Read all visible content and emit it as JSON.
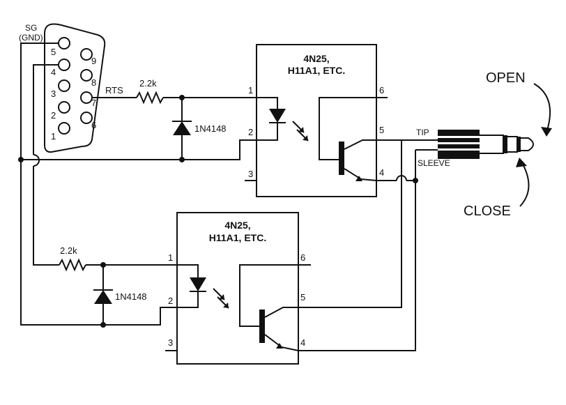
{
  "db9": {
    "ground_label": "SG",
    "ground_label2": "(GND)",
    "pins": [
      "1",
      "2",
      "3",
      "4",
      "5",
      "6",
      "7",
      "8",
      "9"
    ]
  },
  "rts_label": "RTS",
  "top_circuit": {
    "resistor_label": "2.2k",
    "diode_label": "1N4148",
    "chip_line1": "4N25,",
    "chip_line2": "H11A1, ETC.",
    "pins": [
      "1",
      "2",
      "3",
      "4",
      "5",
      "6"
    ]
  },
  "bottom_circuit": {
    "resistor_label": "2.2k",
    "diode_label": "1N4148",
    "chip_line1": "4N25,",
    "chip_line2": "H11A1, ETC.",
    "pins": [
      "1",
      "2",
      "3",
      "4",
      "5",
      "6"
    ]
  },
  "plug": {
    "tip_label": "TIP",
    "sleeve_label": "SLEEVE",
    "open_label": "OPEN",
    "close_label": "CLOSE"
  }
}
